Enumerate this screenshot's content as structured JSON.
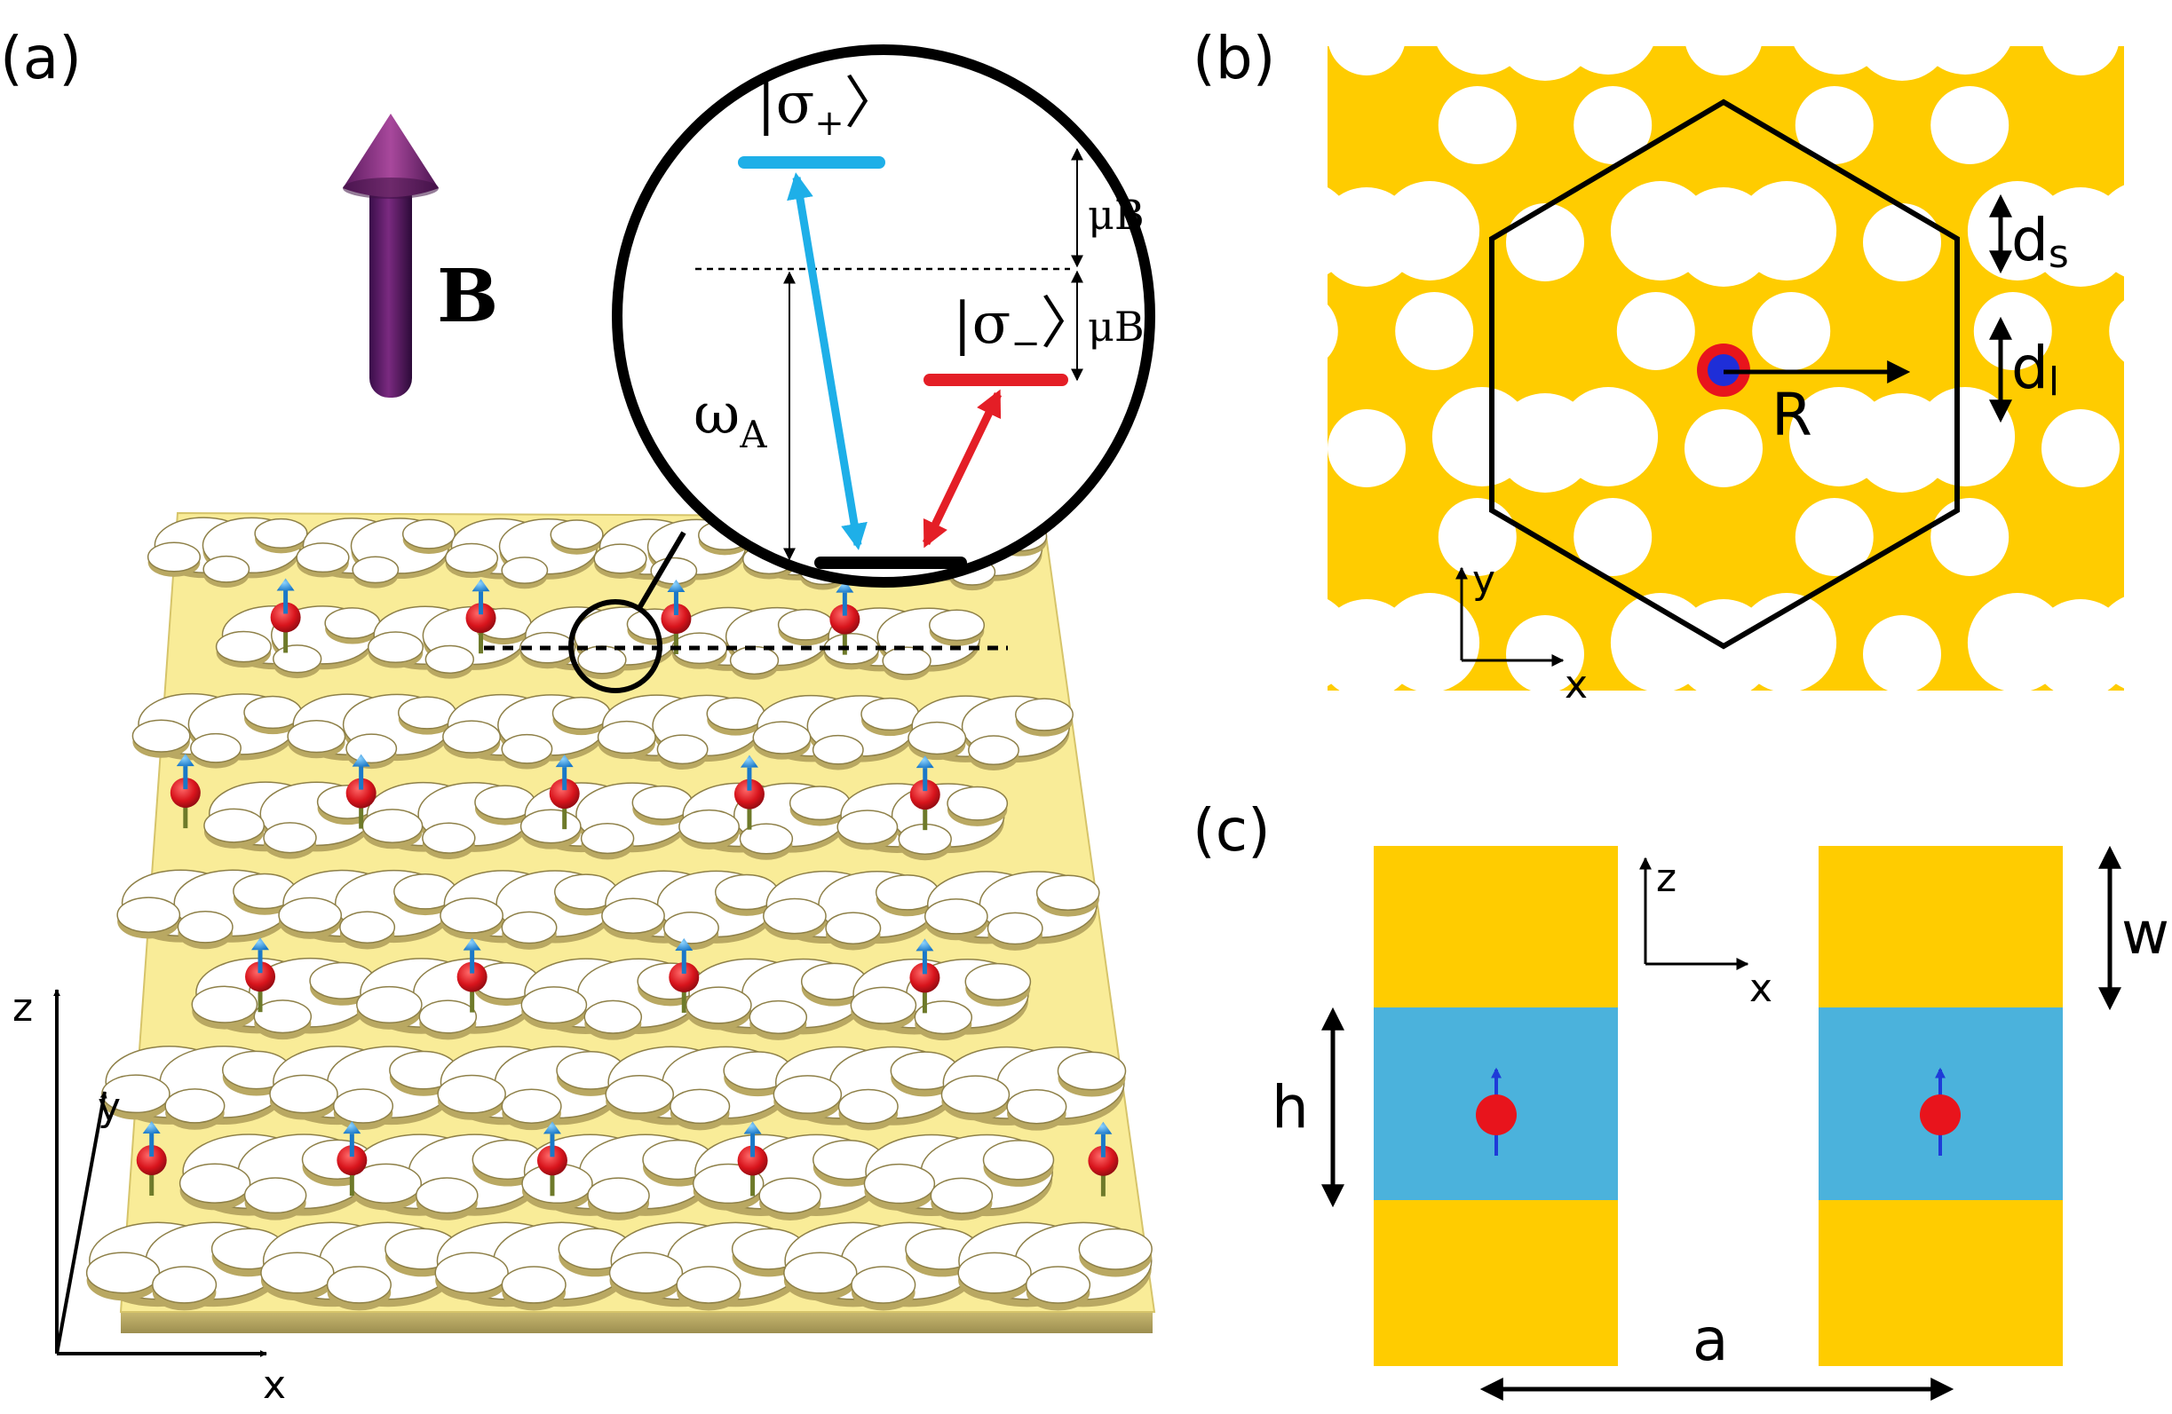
{
  "panels": {
    "a": {
      "label": "(a)",
      "field_label": "B",
      "axes": {
        "x": "x",
        "y": "y",
        "z": "z"
      },
      "inset": {
        "level_plus": "|σ",
        "level_plus_sub": "+",
        "level_minus": "|σ",
        "level_minus_sub": "−",
        "ket_close": "〉",
        "splitting_upper": "μB",
        "splitting_lower": "μB",
        "transition_frequency": "ω",
        "transition_frequency_sub": "A"
      }
    },
    "b": {
      "label": "(b)",
      "small_hole_diameter": "d",
      "small_hole_sub": "s",
      "large_hole_diameter": "d",
      "large_hole_sub": "l",
      "radius_label": "R",
      "axes": {
        "x": "x",
        "y": "y"
      }
    },
    "c": {
      "label": "(c)",
      "width_label": "w",
      "height_label": "h",
      "lattice_label": "a",
      "axes": {
        "x": "x",
        "z": "z"
      }
    }
  },
  "colors": {
    "gold": "#FFCC00",
    "pale_gold": "#F8EE9A",
    "blue_region": "#4BB2DC",
    "sigma_plus": "#1EAFE8",
    "sigma_minus": "#E41E26",
    "emitter": "#E8141C",
    "dipole": "#1E3BD8",
    "field_arrow": "#6B1E6E"
  }
}
